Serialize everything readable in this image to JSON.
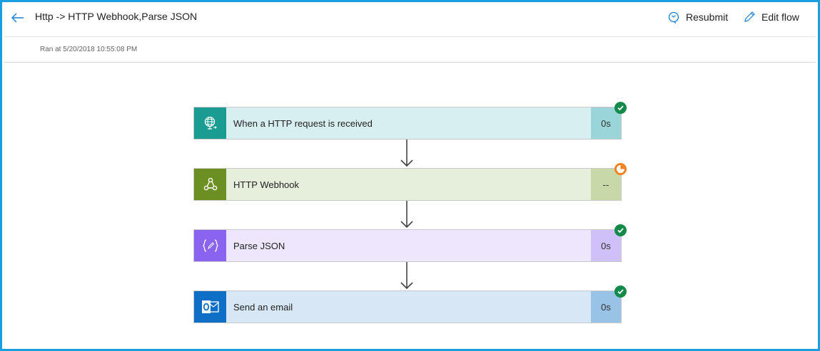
{
  "header": {
    "title": "Http -> HTTP Webhook,Parse JSON",
    "resubmit_label": "Resubmit",
    "edit_flow_label": "Edit flow"
  },
  "run": {
    "ran_at": "Ran at 5/20/2018 10:55:08 PM"
  },
  "steps": [
    {
      "label": "When a HTTP request is received",
      "duration": "0s",
      "status": "succeeded",
      "icon": "http-request-icon",
      "icon_bg": "#1a9c93",
      "body_bg": "#d8eff1",
      "duration_bg": "#9ad6d9"
    },
    {
      "label": "HTTP Webhook",
      "duration": "--",
      "status": "running",
      "icon": "webhook-icon",
      "icon_bg": "#6b8f22",
      "body_bg": "#e6eedc",
      "duration_bg": "#c9d8a8"
    },
    {
      "label": "Parse JSON",
      "duration": "0s",
      "status": "succeeded",
      "icon": "parse-json-icon",
      "icon_bg": "#8a63f0",
      "body_bg": "#ede6fd",
      "duration_bg": "#cfc0f9"
    },
    {
      "label": "Send an email",
      "duration": "0s",
      "status": "succeeded",
      "icon": "outlook-icon",
      "icon_bg": "#0f6fc6",
      "body_bg": "#d7e7f5",
      "duration_bg": "#98c3e6"
    }
  ],
  "colors": {
    "frame_border": "#1a9ee0",
    "success": "#138a4a",
    "running": "#f5821f"
  }
}
